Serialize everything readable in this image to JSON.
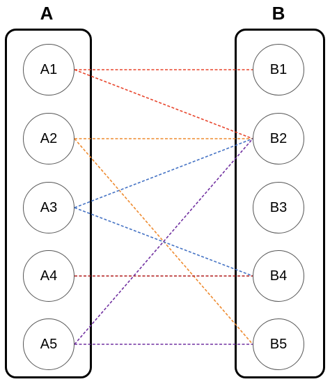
{
  "groups": {
    "left": {
      "label": "A"
    },
    "right": {
      "label": "B"
    }
  },
  "nodes": {
    "A1": "A1",
    "A2": "A2",
    "A3": "A3",
    "A4": "A4",
    "A5": "A5",
    "B1": "B1",
    "B2": "B2",
    "B3": "B3",
    "B4": "B4",
    "B5": "B5"
  },
  "colors": {
    "red": "#e8452c",
    "orange": "#ee8a2f",
    "blue": "#4472c4",
    "darkred": "#b01c1c",
    "purple": "#7030a0"
  },
  "edges": [
    {
      "from": "A1",
      "to": "B1",
      "color": "red"
    },
    {
      "from": "A1",
      "to": "B2",
      "color": "red"
    },
    {
      "from": "A2",
      "to": "B2",
      "color": "orange"
    },
    {
      "from": "A2",
      "to": "B5",
      "color": "orange"
    },
    {
      "from": "A3",
      "to": "B2",
      "color": "blue"
    },
    {
      "from": "A3",
      "to": "B4",
      "color": "blue"
    },
    {
      "from": "A4",
      "to": "B4",
      "color": "darkred"
    },
    {
      "from": "A5",
      "to": "B2",
      "color": "purple"
    },
    {
      "from": "A5",
      "to": "B5",
      "color": "purple"
    }
  ]
}
